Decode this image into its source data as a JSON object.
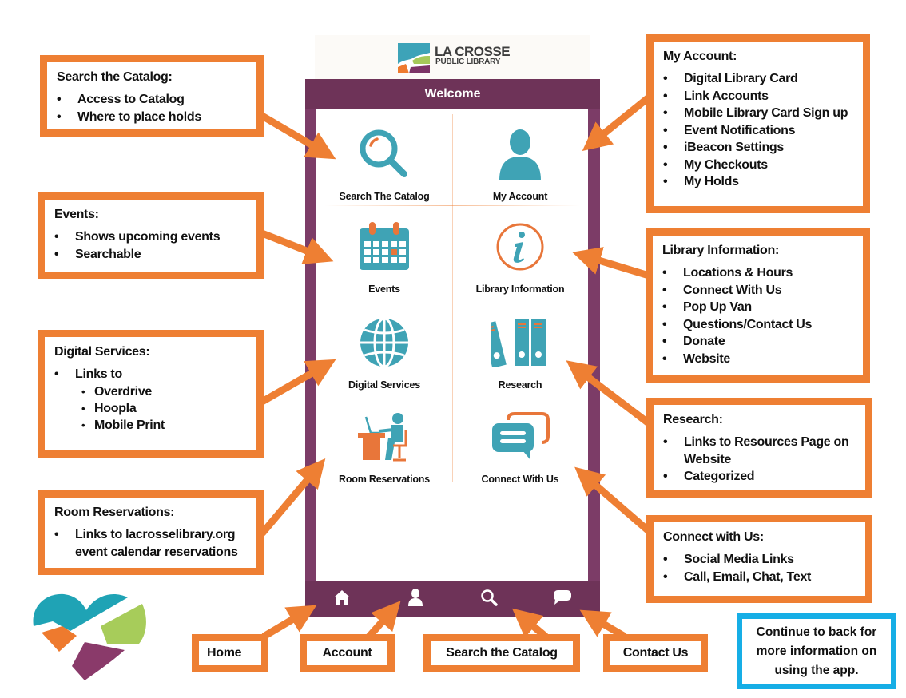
{
  "app": {
    "logo_line1": "LA CROSSE",
    "logo_line2": "PUBLIC LIBRARY",
    "header_title": "Welcome",
    "tiles": [
      {
        "label": "Search The Catalog",
        "icon": "magnifier-icon"
      },
      {
        "label": "My Account",
        "icon": "user-icon"
      },
      {
        "label": "Events",
        "icon": "calendar-icon"
      },
      {
        "label": "Library Information",
        "icon": "info-icon"
      },
      {
        "label": "Digital Services",
        "icon": "globe-icon"
      },
      {
        "label": "Research",
        "icon": "binders-icon"
      },
      {
        "label": "Room Reservations",
        "icon": "desk-person-icon"
      },
      {
        "label": "Connect With Us",
        "icon": "chat-bubbles-icon"
      }
    ],
    "nav": [
      {
        "name": "home",
        "icon": "home-icon"
      },
      {
        "name": "account",
        "icon": "user-icon"
      },
      {
        "name": "search",
        "icon": "search-icon"
      },
      {
        "name": "contact",
        "icon": "chat-icon"
      }
    ]
  },
  "callouts": {
    "search": {
      "title": "Search the Catalog:",
      "items": [
        "Access to Catalog",
        "Where to place holds"
      ]
    },
    "events": {
      "title": "Events:",
      "items": [
        "Shows upcoming events",
        "Searchable"
      ]
    },
    "digital": {
      "title": "Digital Services:",
      "items": [
        "Links to"
      ],
      "subitems": [
        "Overdrive",
        "Hoopla",
        "Mobile Print"
      ]
    },
    "room": {
      "title": "Room Reservations:",
      "items": [
        "Links to lacrosselibrary.org event calendar reservations"
      ]
    },
    "account": {
      "title": "My Account:",
      "items": [
        "Digital Library Card",
        "Link Accounts",
        "Mobile Library Card Sign up",
        "Event Notifications",
        "iBeacon Settings",
        "My Checkouts",
        "My Holds"
      ]
    },
    "info": {
      "title": "Library Information:",
      "items": [
        "Locations & Hours",
        "Connect With Us",
        "Pop Up Van",
        "Questions/Contact Us",
        "Donate",
        "Website"
      ]
    },
    "research": {
      "title": "Research:",
      "items": [
        "Links to Resources Page on Website",
        "Categorized"
      ]
    },
    "connect": {
      "title": "Connect with Us:",
      "items": [
        "Social Media Links",
        "Call, Email, Chat, Text"
      ]
    }
  },
  "nav_labels": {
    "home": "Home",
    "account": "Account",
    "search": "Search the Catalog",
    "contact": "Contact Us"
  },
  "continue_note": "Continue to back for more information on using the app.",
  "colors": {
    "callout_border": "#ee7f33",
    "app_purple": "#6e3358",
    "icon_teal": "#3fa3b5",
    "accent_orange": "#e8763a",
    "note_border": "#16aee6"
  }
}
